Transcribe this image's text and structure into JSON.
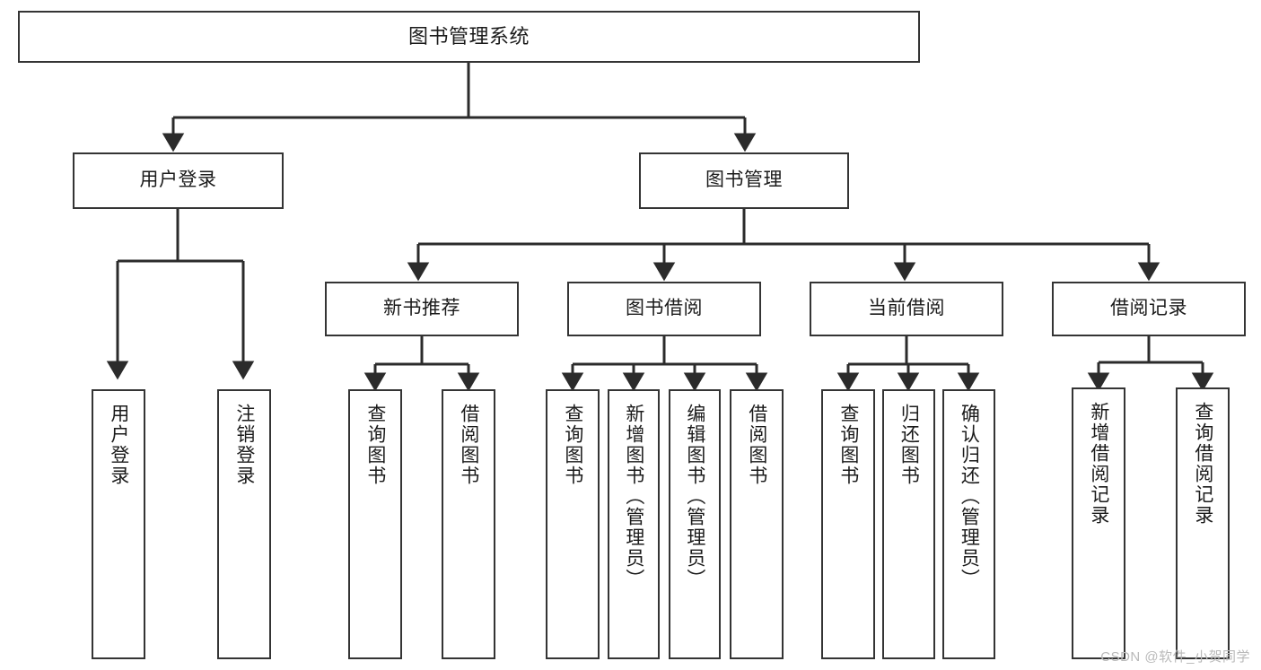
{
  "diagram": {
    "type": "tree",
    "title": "图书管理系统",
    "orientation": "top-down",
    "colors": {
      "box_border": "#343434",
      "box_fill": "#ffffff",
      "connector": "#2b2b2b",
      "text": "#1b1b1b",
      "watermark": "#b9b9b9",
      "background": "#ffffff"
    },
    "root": {
      "id": "root",
      "label": "图书管理系统"
    },
    "level2": [
      {
        "id": "user-login",
        "label": "用户登录"
      },
      {
        "id": "book-manage",
        "label": "图书管理"
      }
    ],
    "level3": [
      {
        "id": "new-book-recommend",
        "label": "新书推荐",
        "parent": "book-manage"
      },
      {
        "id": "book-borrow",
        "label": "图书借阅",
        "parent": "book-manage"
      },
      {
        "id": "current-borrow",
        "label": "当前借阅",
        "parent": "book-manage"
      },
      {
        "id": "borrow-record",
        "label": "借阅记录",
        "parent": "book-manage"
      }
    ],
    "leaves": [
      {
        "id": "leaf-user-login",
        "label": "用户登录",
        "parent": "user-login"
      },
      {
        "id": "leaf-user-logout",
        "label": "注销登录",
        "parent": "user-login"
      },
      {
        "id": "leaf-query-book-1",
        "label": "查询图书",
        "parent": "new-book-recommend"
      },
      {
        "id": "leaf-borrow-book-1",
        "label": "借阅图书",
        "parent": "new-book-recommend"
      },
      {
        "id": "leaf-query-book-2",
        "label": "查询图书",
        "parent": "book-borrow"
      },
      {
        "id": "leaf-add-book",
        "label": "新增图书（管理员）",
        "parent": "book-borrow"
      },
      {
        "id": "leaf-edit-book",
        "label": "编辑图书（管理员）",
        "parent": "book-borrow"
      },
      {
        "id": "leaf-borrow-book-2",
        "label": "借阅图书",
        "parent": "book-borrow"
      },
      {
        "id": "leaf-query-book-3",
        "label": "查询图书",
        "parent": "current-borrow"
      },
      {
        "id": "leaf-return-book",
        "label": "归还图书",
        "parent": "current-borrow"
      },
      {
        "id": "leaf-confirm-return",
        "label": "确认归还（管理员）",
        "parent": "current-borrow"
      },
      {
        "id": "leaf-add-record",
        "label": "新增借阅记录",
        "parent": "borrow-record"
      },
      {
        "id": "leaf-query-record",
        "label": "查询借阅记录",
        "parent": "borrow-record"
      }
    ]
  },
  "watermark": {
    "text": "CSDN @软件_小贺同学"
  }
}
